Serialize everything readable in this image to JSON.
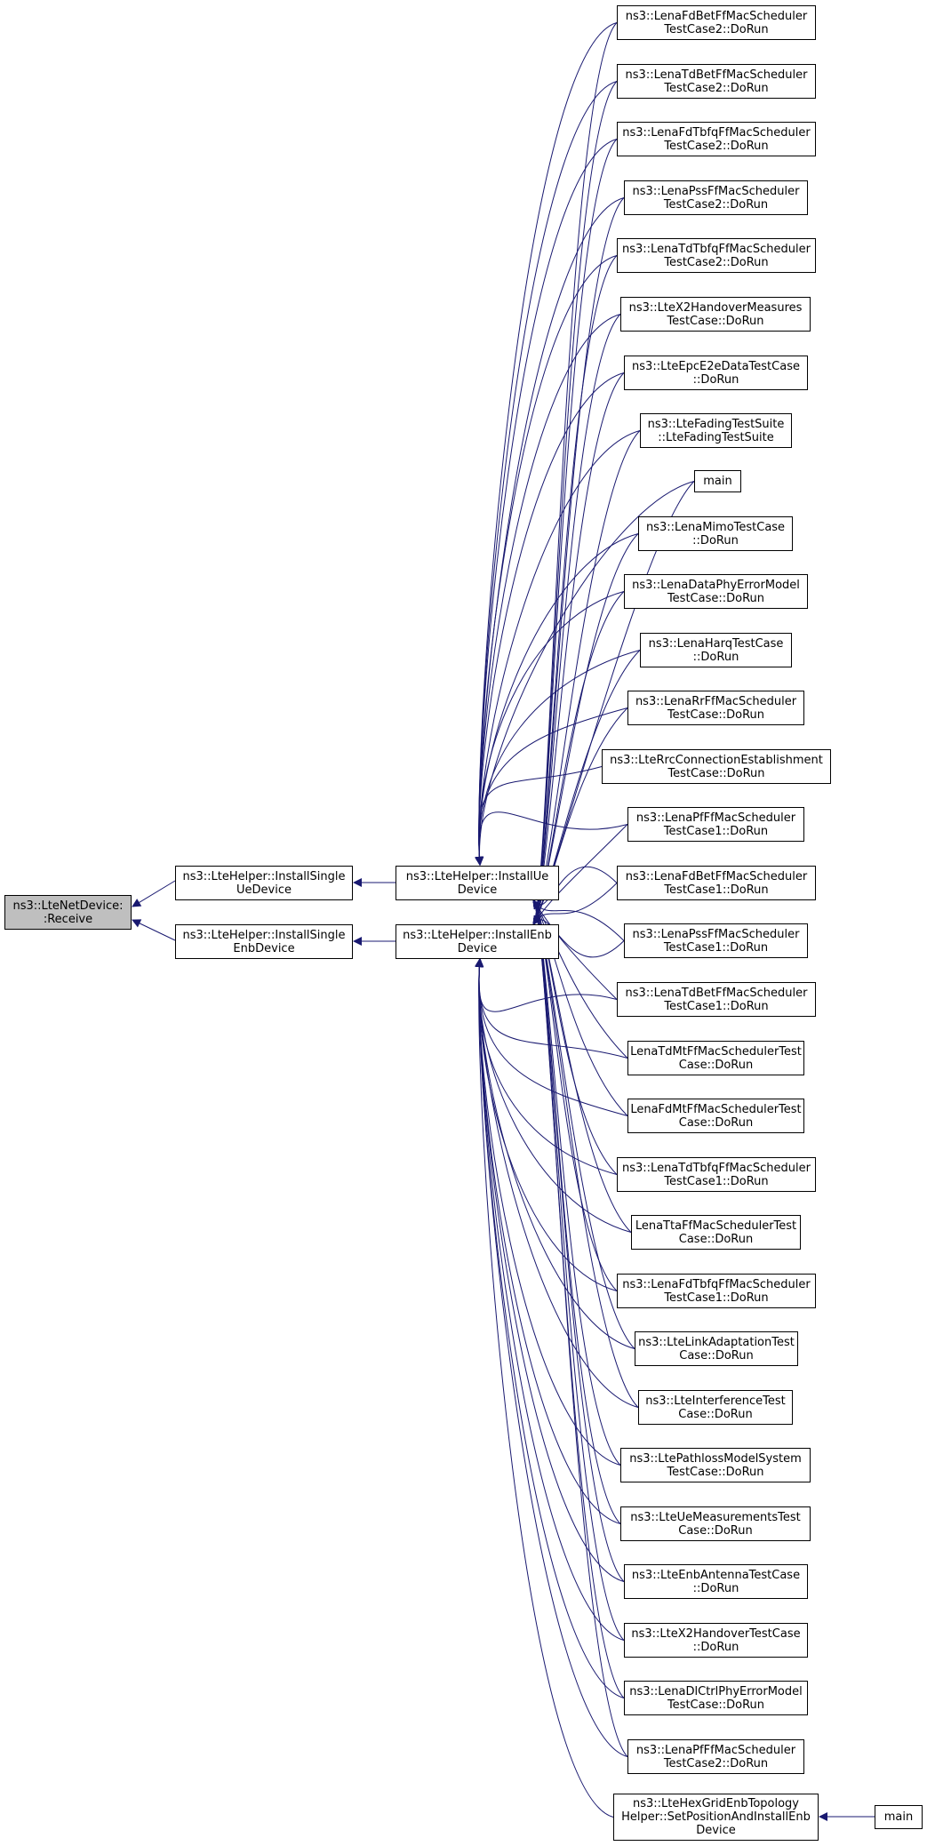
{
  "colors": {
    "edge": "#191970",
    "root_fill": "#bfbfbf",
    "node_fill": "#ffffff",
    "border": "#000000"
  },
  "root": {
    "label": "ns3::LteNetDevice:\n:Receive"
  },
  "level1": [
    {
      "id": "install-single-ue",
      "label": "ns3::LteHelper::InstallSingle\nUeDevice"
    },
    {
      "id": "install-single-enb",
      "label": "ns3::LteHelper::InstallSingle\nEnbDevice"
    }
  ],
  "level2": [
    {
      "id": "install-ue",
      "label": "ns3::LteHelper::InstallUe\nDevice"
    },
    {
      "id": "install-enb",
      "label": "ns3::LteHelper::InstallEnb\nDevice"
    }
  ],
  "callers": [
    {
      "label": "ns3::LenaFdBetFfMacScheduler\nTestCase2::DoRun"
    },
    {
      "label": "ns3::LenaTdBetFfMacScheduler\nTestCase2::DoRun"
    },
    {
      "label": "ns3::LenaFdTbfqFfMacScheduler\nTestCase2::DoRun"
    },
    {
      "label": "ns3::LenaPssFfMacScheduler\nTestCase2::DoRun"
    },
    {
      "label": "ns3::LenaTdTbfqFfMacScheduler\nTestCase2::DoRun"
    },
    {
      "label": "ns3::LteX2HandoverMeasures\nTestCase::DoRun"
    },
    {
      "label": "ns3::LteEpcE2eDataTestCase\n::DoRun"
    },
    {
      "label": "ns3::LteFadingTestSuite\n::LteFadingTestSuite"
    },
    {
      "label": "main"
    },
    {
      "label": "ns3::LenaMimoTestCase\n::DoRun"
    },
    {
      "label": "ns3::LenaDataPhyErrorModel\nTestCase::DoRun"
    },
    {
      "label": "ns3::LenaHarqTestCase\n::DoRun"
    },
    {
      "label": "ns3::LenaRrFfMacScheduler\nTestCase::DoRun"
    },
    {
      "label": "ns3::LteRrcConnectionEstablishment\nTestCase::DoRun"
    },
    {
      "label": "ns3::LenaPfFfMacScheduler\nTestCase1::DoRun"
    },
    {
      "label": "ns3::LenaFdBetFfMacScheduler\nTestCase1::DoRun"
    },
    {
      "label": "ns3::LenaPssFfMacScheduler\nTestCase1::DoRun"
    },
    {
      "label": "ns3::LenaTdBetFfMacScheduler\nTestCase1::DoRun"
    },
    {
      "label": "LenaTdMtFfMacSchedulerTest\nCase::DoRun"
    },
    {
      "label": "LenaFdMtFfMacSchedulerTest\nCase::DoRun"
    },
    {
      "label": "ns3::LenaTdTbfqFfMacScheduler\nTestCase1::DoRun"
    },
    {
      "label": "LenaTtaFfMacSchedulerTest\nCase::DoRun"
    },
    {
      "label": "ns3::LenaFdTbfqFfMacScheduler\nTestCase1::DoRun"
    },
    {
      "label": "ns3::LteLinkAdaptationTest\nCase::DoRun"
    },
    {
      "label": "ns3::LteInterferenceTest\nCase::DoRun"
    },
    {
      "label": "ns3::LtePathlossModelSystem\nTestCase::DoRun"
    },
    {
      "label": "ns3::LteUeMeasurementsTest\nCase::DoRun"
    },
    {
      "label": "ns3::LteEnbAntennaTestCase\n::DoRun"
    },
    {
      "label": "ns3::LteX2HandoverTestCase\n::DoRun"
    },
    {
      "label": "ns3::LenaDlCtrlPhyErrorModel\nTestCase::DoRun"
    },
    {
      "label": "ns3::LenaPfFfMacScheduler\nTestCase2::DoRun"
    },
    {
      "label": "ns3::LteHexGridEnbTopology\nHelper::SetPositionAndInstallEnb\nDevice"
    }
  ],
  "far_caller": {
    "label": "main"
  }
}
